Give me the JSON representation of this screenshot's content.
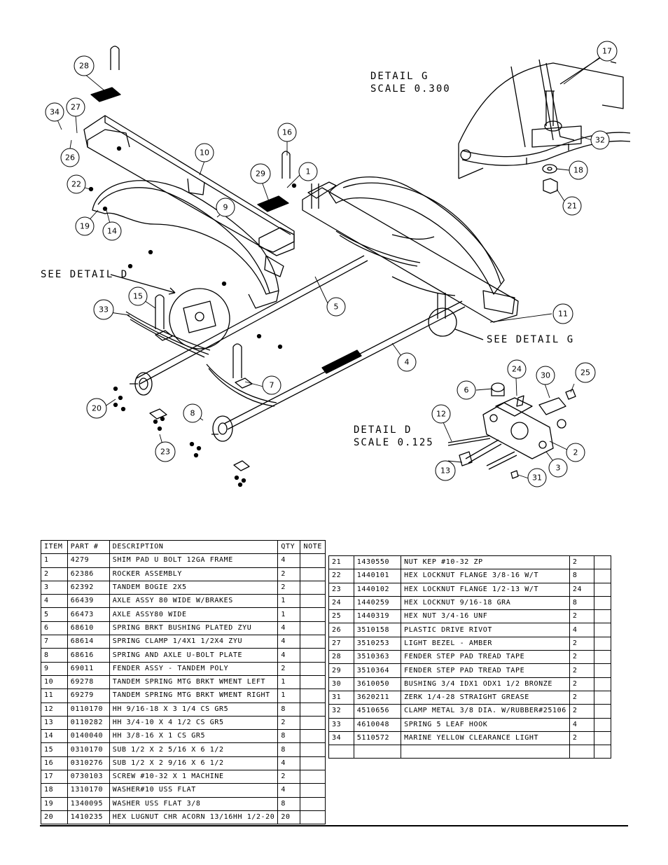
{
  "details": {
    "g_title": "DETAIL  G",
    "g_scale": "SCALE  0.300",
    "d_title": "DETAIL  D",
    "d_scale": "SCALE  0.125",
    "see_d": "SEE DETAIL  D",
    "see_g": "SEE DETAIL  G"
  },
  "callouts": [
    "1",
    "2",
    "3",
    "4",
    "5",
    "6",
    "7",
    "8",
    "9",
    "10",
    "11",
    "12",
    "13",
    "14",
    "15",
    "16",
    "17",
    "18",
    "19",
    "20",
    "21",
    "22",
    "23",
    "24",
    "25",
    "26",
    "27",
    "28",
    "29",
    "30",
    "31",
    "32",
    "33",
    "34"
  ],
  "table": {
    "headers": {
      "item": "ITEM",
      "part": "PART #",
      "description": "DESCRIPTION",
      "qty": "QTY",
      "note": "NOTE"
    },
    "rows_left": [
      {
        "item": "1",
        "part": "4279",
        "desc": "SHIM PAD   U BOLT 12GA FRAME",
        "qty": "4"
      },
      {
        "item": "2",
        "part": "62386",
        "desc": "ROCKER ASSEMBLY",
        "qty": "2"
      },
      {
        "item": "3",
        "part": "62392",
        "desc": "TANDEM BOGIE   2X5",
        "qty": "2"
      },
      {
        "item": "4",
        "part": "66439",
        "desc": "AXLE ASSY 80 WIDE W/BRAKES",
        "qty": "1"
      },
      {
        "item": "5",
        "part": "66473",
        "desc": "AXLE ASSY80 WIDE",
        "qty": "1"
      },
      {
        "item": "6",
        "part": "68610",
        "desc": "SPRING BRKT BUSHING PLATED ZYU",
        "qty": "4"
      },
      {
        "item": "7",
        "part": "68614",
        "desc": "SPRING CLAMP   1/4X1 1/2X4  ZYU",
        "qty": "4"
      },
      {
        "item": "8",
        "part": "68616",
        "desc": "SPRING AND AXLE U-BOLT PLATE",
        "qty": "4"
      },
      {
        "item": "9",
        "part": "69011",
        "desc": "FENDER ASSY - TANDEM POLY",
        "qty": "2"
      },
      {
        "item": "10",
        "part": "69278",
        "desc": "TANDEM SPRING MTG BRKT WMENT LEFT",
        "qty": "1"
      },
      {
        "item": "11",
        "part": "69279",
        "desc": "TANDEM SPRING MTG BRKT WMENT RIGHT",
        "qty": "1"
      },
      {
        "item": "12",
        "part": "0110170",
        "desc": "HH 9/16-18 X 3 1/4 CS GR5",
        "qty": "8"
      },
      {
        "item": "13",
        "part": "0110282",
        "desc": "HH 3/4-10 X 4 1/2 CS GR5",
        "qty": "2"
      },
      {
        "item": "14",
        "part": "0140040",
        "desc": "HH 3/8-16 X 1 CS GR5",
        "qty": "8"
      },
      {
        "item": "15",
        "part": "0310170",
        "desc": "SUB 1/2 X 2 5/16 X 6 1/2",
        "qty": "8"
      },
      {
        "item": "16",
        "part": "0310276",
        "desc": "SUB 1/2 X 2 9/16 X 6 1/2",
        "qty": "4"
      },
      {
        "item": "17",
        "part": "0730103",
        "desc": "SCREW #10-32 X 1 MACHINE",
        "qty": "2"
      },
      {
        "item": "18",
        "part": "1310170",
        "desc": "WASHER#10 USS FLAT",
        "qty": "4"
      },
      {
        "item": "19",
        "part": "1340095",
        "desc": "WASHER USS FLAT 3/8",
        "qty": "8"
      },
      {
        "item": "20",
        "part": "1410235",
        "desc": "HEX LUGNUT CHR ACORN 13/16HH 1/2-20",
        "qty": "20"
      }
    ],
    "rows_right": [
      {
        "item": "21",
        "part": "1430550",
        "desc": "NUT KEP #10-32 ZP",
        "qty": "2"
      },
      {
        "item": "22",
        "part": "1440101",
        "desc": "HEX LOCKNUT FLANGE 3/8-16 W/T",
        "qty": "8"
      },
      {
        "item": "23",
        "part": "1440102",
        "desc": "HEX LOCKNUT FLANGE 1/2-13 W/T",
        "qty": "24"
      },
      {
        "item": "24",
        "part": "1440259",
        "desc": "HEX LOCKNUT 9/16-18 GRA",
        "qty": "8"
      },
      {
        "item": "25",
        "part": "1440319",
        "desc": "HEX NUT 3/4-16 UNF",
        "qty": "2"
      },
      {
        "item": "26",
        "part": "3510158",
        "desc": "PLASTIC DRIVE RIVOT",
        "qty": "4"
      },
      {
        "item": "27",
        "part": "3510253",
        "desc": "LIGHT BEZEL - AMBER",
        "qty": "2"
      },
      {
        "item": "28",
        "part": "3510363",
        "desc": "FENDER STEP PAD TREAD TAPE",
        "qty": "2"
      },
      {
        "item": "29",
        "part": "3510364",
        "desc": "FENDER STEP PAD TREAD TAPE",
        "qty": "2"
      },
      {
        "item": "30",
        "part": "3610050",
        "desc": "BUSHING  3/4 IDX1 ODX1 1/2 BRONZE",
        "qty": "2"
      },
      {
        "item": "31",
        "part": "3620211",
        "desc": "ZERK  1/4-28 STRAIGHT GREASE",
        "qty": "2"
      },
      {
        "item": "32",
        "part": "4510656",
        "desc": "CLAMP METAL 3/8 DIA. W/RUBBER#25106",
        "qty": "2"
      },
      {
        "item": "33",
        "part": "4610048",
        "desc": "SPRING  5 LEAF HOOK",
        "qty": "4"
      },
      {
        "item": "34",
        "part": "5110572",
        "desc": "MARINE YELLOW CLEARANCE LIGHT",
        "qty": "2"
      }
    ]
  }
}
